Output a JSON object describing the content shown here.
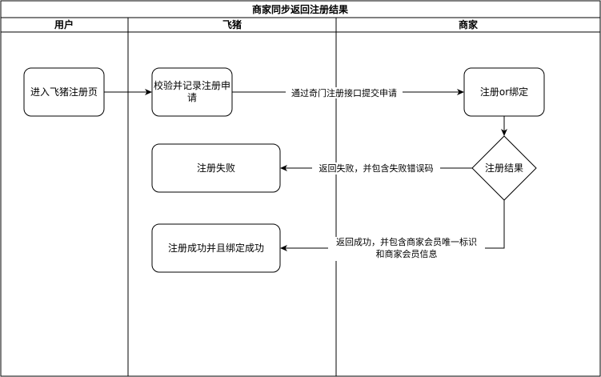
{
  "title": "商家同步返回注册结果",
  "lanes": [
    {
      "label": "用户"
    },
    {
      "label": "飞猪"
    },
    {
      "label": "商家"
    }
  ],
  "nodes": {
    "enter_page": {
      "label": "进入飞猪注册页"
    },
    "verify_record": {
      "line1": "校验并记录注册申",
      "line2": "请"
    },
    "register_or_bind": {
      "label": "注册or绑定"
    },
    "register_result": {
      "label": "注册结果"
    },
    "register_fail": {
      "label": "注册失败"
    },
    "register_success": {
      "label": "注册成功并且绑定成功"
    }
  },
  "edges": {
    "submit": {
      "label": "通过奇门注册接口提交申请"
    },
    "fail": {
      "label": "返回失败，并包含失败错误码"
    },
    "success": {
      "line1": "返回成功，并包含商家会员唯一标识",
      "line2": "和商家会员信息"
    }
  },
  "colors": {
    "stroke": "#000000",
    "background": "#ffffff"
  }
}
